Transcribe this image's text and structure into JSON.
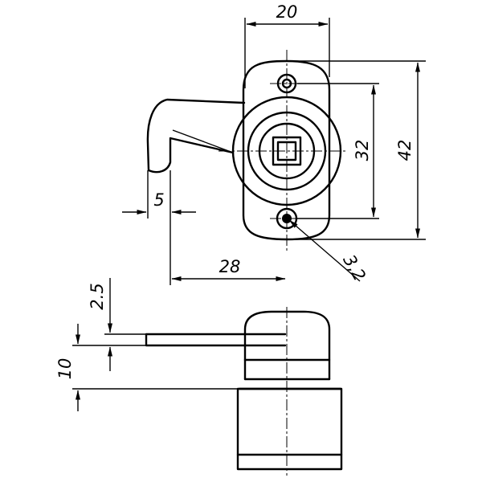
{
  "dimensions": {
    "width_top": "20",
    "hole_spacing": "32",
    "overall_height": "42",
    "hook_offset": "5",
    "hook_reach": "28",
    "hole_diameter": "3,2",
    "lever_thickness": "2.5",
    "body_height": "10"
  },
  "colors": {
    "line": "#000000",
    "background": "#ffffff"
  }
}
